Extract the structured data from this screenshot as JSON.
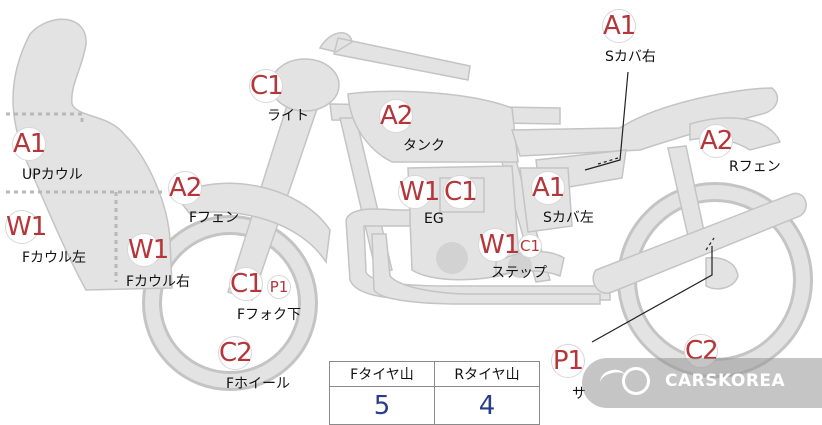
{
  "colors": {
    "body": "#e3e3e3",
    "outline": "#c4c4c4",
    "badge_text": "#b5363a",
    "score_value": "#2b3d8a"
  },
  "badges": {
    "tank": "A2",
    "light": "C1",
    "s_cover_right": "A1",
    "r_fender": "A2",
    "up_cowl": "A1",
    "f_fender": "A2",
    "s_cover_left": "A1",
    "f_cowl_left": "W1",
    "f_cowl_right": "W1",
    "eg_w": "W1",
    "eg_c": "C1",
    "step_w": "W1",
    "step_c": "C1",
    "f_fork_c": "C1",
    "f_fork_p": "P1",
    "f_wheel": "C2",
    "bottom_p": "P1",
    "bottom_c": "C2"
  },
  "labels": {
    "tank": "タンク",
    "light": "ライト",
    "s_cover_right": "Sカバ右",
    "r_fender": "Rフェン",
    "up_cowl": "UPカウル",
    "f_fender": "Fフェン",
    "s_cover_left": "Sカバ左",
    "f_cowl_left": "Fカウル左",
    "f_cowl_right": "Fカウル右",
    "eg": "EG",
    "step": "ステップ",
    "f_fork": "Fフォク下",
    "f_wheel": "Fホイール",
    "bottom_partial": "サ"
  },
  "tire_table": {
    "front_header": "Fタイヤ山",
    "rear_header": "Rタイヤ山",
    "front_value": "5",
    "rear_value": "4"
  },
  "watermark": {
    "text": "CARSKOREA"
  }
}
